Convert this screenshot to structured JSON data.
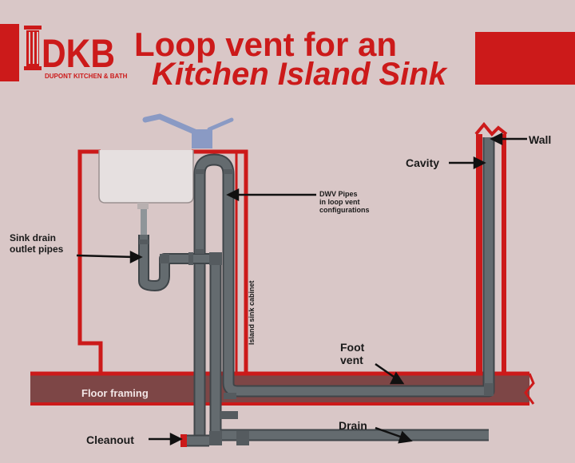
{
  "title": {
    "line1": "Loop vent for an",
    "line2": "Kitchen Island Sink"
  },
  "logo": {
    "text": "DKB",
    "subtitle": "DUPONT KITCHEN & BATH"
  },
  "labels": {
    "wall": "Wall",
    "cavity": "Cavity",
    "dwv_line1": "DWV Pipes",
    "dwv_line2": "in loop vent",
    "dwv_line3": "configurations",
    "sink_drain_line1": "Sink drain",
    "sink_drain_line2": "outlet pipes",
    "cabinet": "Island sink cabinet",
    "foot_vent_line1": "Foot",
    "foot_vent_line2": "vent",
    "floor_framing": "Floor framing",
    "drain": "Drain",
    "cleanout": "Cleanout"
  },
  "colors": {
    "background": "#d9c7c7",
    "brand_red": "#cc1a1a",
    "pipe": "#646b6f",
    "pipe_dark": "#3f4549",
    "floor": "#7d4646",
    "faucet": "#8a9ac4",
    "sink": "#e6e0e0"
  }
}
